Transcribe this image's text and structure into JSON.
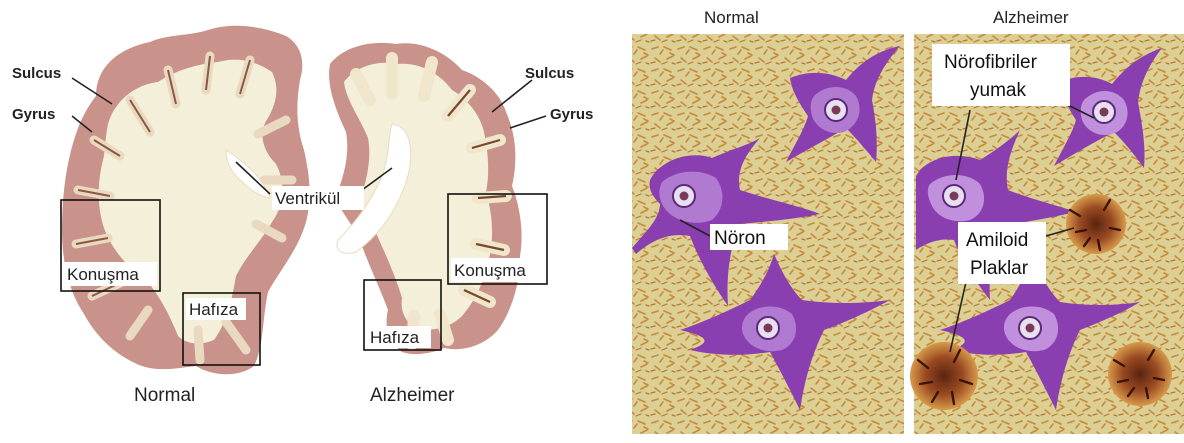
{
  "brains": {
    "normal_caption": "Normal",
    "alzheimer_caption": "Alzheimer",
    "sulcus_left": "Sulcus",
    "gyrus_left": "Gyrus",
    "sulcus_right": "Sulcus",
    "gyrus_right": "Gyrus",
    "ventricle": "Ventrikül",
    "speech_left": "Konuşma",
    "memory_left": "Hafıza",
    "speech_right": "Konuşma",
    "memory_right": "Hafıza"
  },
  "tissue": {
    "normal_title": "Normal",
    "alzheimer_title": "Alzheimer",
    "neuron": "Nöron",
    "tangle_line1": "Nörofibriler",
    "tangle_line2": "yumak",
    "plaque_line1": "Amiloid",
    "plaque_line2": "Plaklar"
  },
  "colors": {
    "grey_matter": "#c9928a",
    "white_matter": "#f4efd9",
    "tissue_bg": "#dbcf94",
    "neuron": "#8a3fb0",
    "plaque": "#8a3a1a"
  }
}
